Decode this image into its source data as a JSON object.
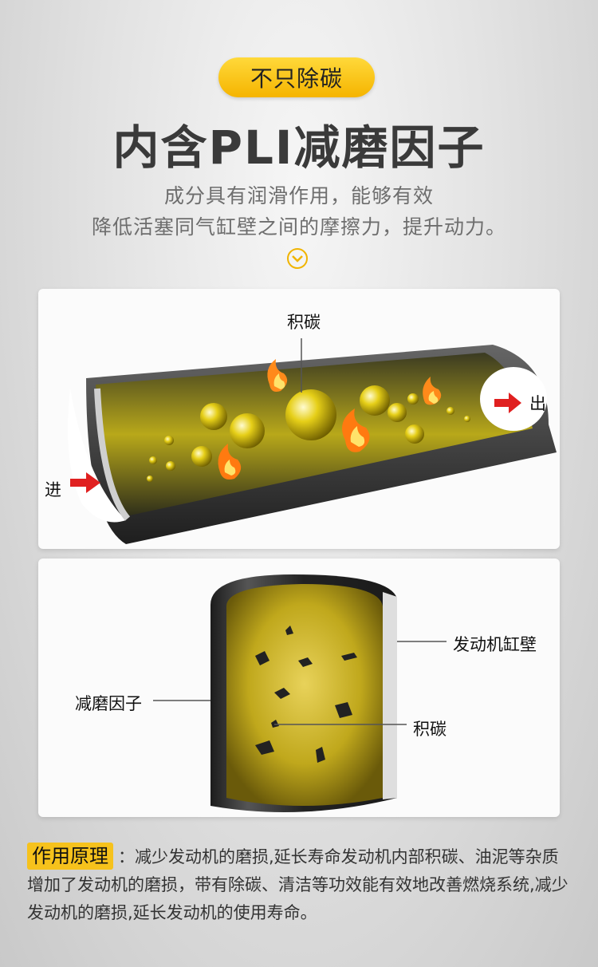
{
  "header": {
    "pill_label": "不只除碳",
    "headline": "内含PLI减磨因子",
    "sub_line1": "成分具有润滑作用，能够有效",
    "sub_line2": "降低活塞同气缸壁之间的摩擦力，提升动力。",
    "chevron_icon": "chevron-down-circle-icon"
  },
  "diagram1": {
    "label_carbon": "积碳",
    "label_in": "进",
    "label_out": "出"
  },
  "diagram2": {
    "label_wall": "发动机缸壁",
    "label_factor": "减磨因子",
    "label_carbon": "积碳"
  },
  "principle": {
    "tag": "作用原理",
    "colon": "：",
    "text": "减少发动机的磨损,延长寿命发动机内部积碳、油泥等杂质增加了发动机的磨损，带有除碳、清洁等功效能有效地改善燃烧系统,减少发动机的磨损,延长发动机的使用寿命。"
  },
  "colors": {
    "accent": "#f6c21c",
    "arrow": "#e02020",
    "gold": "#c8b21a"
  }
}
